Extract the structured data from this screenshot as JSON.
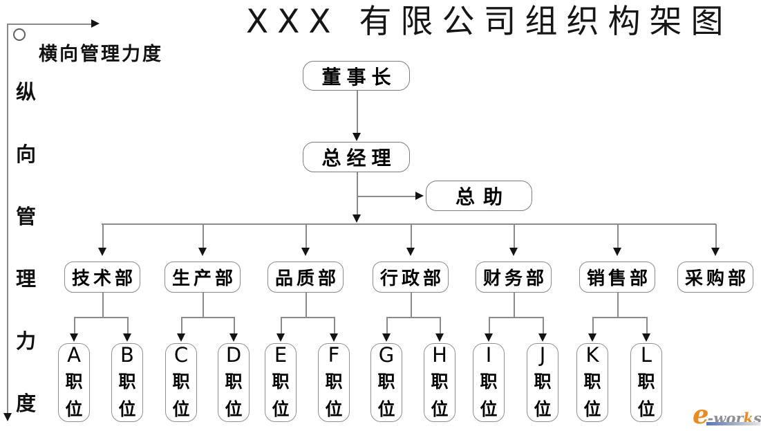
{
  "title": "XXX 有限公司组织构架图",
  "axis": {
    "horizontal_label": "横向管理力度",
    "vertical_label": "纵向管理力度",
    "vertical_label_chars": [
      "纵",
      "向",
      "管",
      "理",
      "力",
      "度"
    ]
  },
  "nodes": {
    "chairman": "董事长",
    "general_manager": "总经理",
    "assistant": "总助"
  },
  "departments": [
    "技术部",
    "生产部",
    "品质部",
    "行政部",
    "财务部",
    "销售部",
    "采购部"
  ],
  "positions": [
    [
      "A",
      "职",
      "位"
    ],
    [
      "B",
      "职",
      "位"
    ],
    [
      "C",
      "职",
      "位"
    ],
    [
      "D",
      "职",
      "位"
    ],
    [
      "E",
      "职",
      "位"
    ],
    [
      "F",
      "职",
      "位"
    ],
    [
      "G",
      "职",
      "位"
    ],
    [
      "H",
      "职",
      "位"
    ],
    [
      "I",
      "职",
      "位"
    ],
    [
      "J",
      "职",
      "位"
    ],
    [
      "K",
      "职",
      "位"
    ],
    [
      "L",
      "职",
      "位"
    ]
  ],
  "watermark": {
    "e": "e",
    "rest1": "-wor",
    "k": "k",
    "rest2": "s",
    "colors": {
      "orange": "#ED8A1E",
      "gray": "#8E8E96",
      "bar_gradient_left": "#5A74B8",
      "bar_gradient_right": "#E4E7EC"
    }
  }
}
